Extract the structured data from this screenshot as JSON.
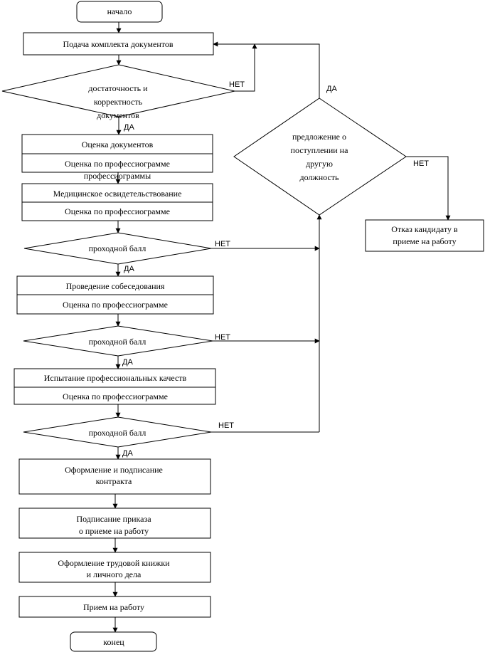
{
  "terminals": {
    "start": "начало",
    "end": "конец"
  },
  "steps": {
    "submit_docs": "Подача комплекта документов",
    "doc_check": [
      "достаточность и",
      "корректность",
      "документов"
    ],
    "doc_eval": "Оценка документов",
    "doc_prof": [
      "Оценка по профессиограмме",
      "профессиограммы"
    ],
    "medical": "Медицинское освидетельствование",
    "medical_prof": "Оценка по профессиограмме",
    "pass_score_1": "проходной балл",
    "interview": "Проведение собеседования",
    "interview_prof": "Оценка по профессиограмме",
    "pass_score_2": "проходной балл",
    "prof_test": "Испытание профессиональных качеств",
    "prof_test_prof": "Оценка по профессиограмме",
    "pass_score_3": "проходной балл",
    "contract": [
      "Оформление и подписание",
      "контракта"
    ],
    "order": [
      "Подписание приказа",
      "о приеме на работу"
    ],
    "workbook": [
      "Оформление трудовой книжки",
      "и личного дела"
    ],
    "hired": "Прием на работу",
    "other_position": [
      "предложение о",
      "поступлении на",
      "другую",
      "должность"
    ],
    "reject": [
      "Отказ кандидату в",
      "приеме на работу"
    ]
  },
  "edge_labels": {
    "yes": "ДА",
    "no": "НЕТ"
  }
}
